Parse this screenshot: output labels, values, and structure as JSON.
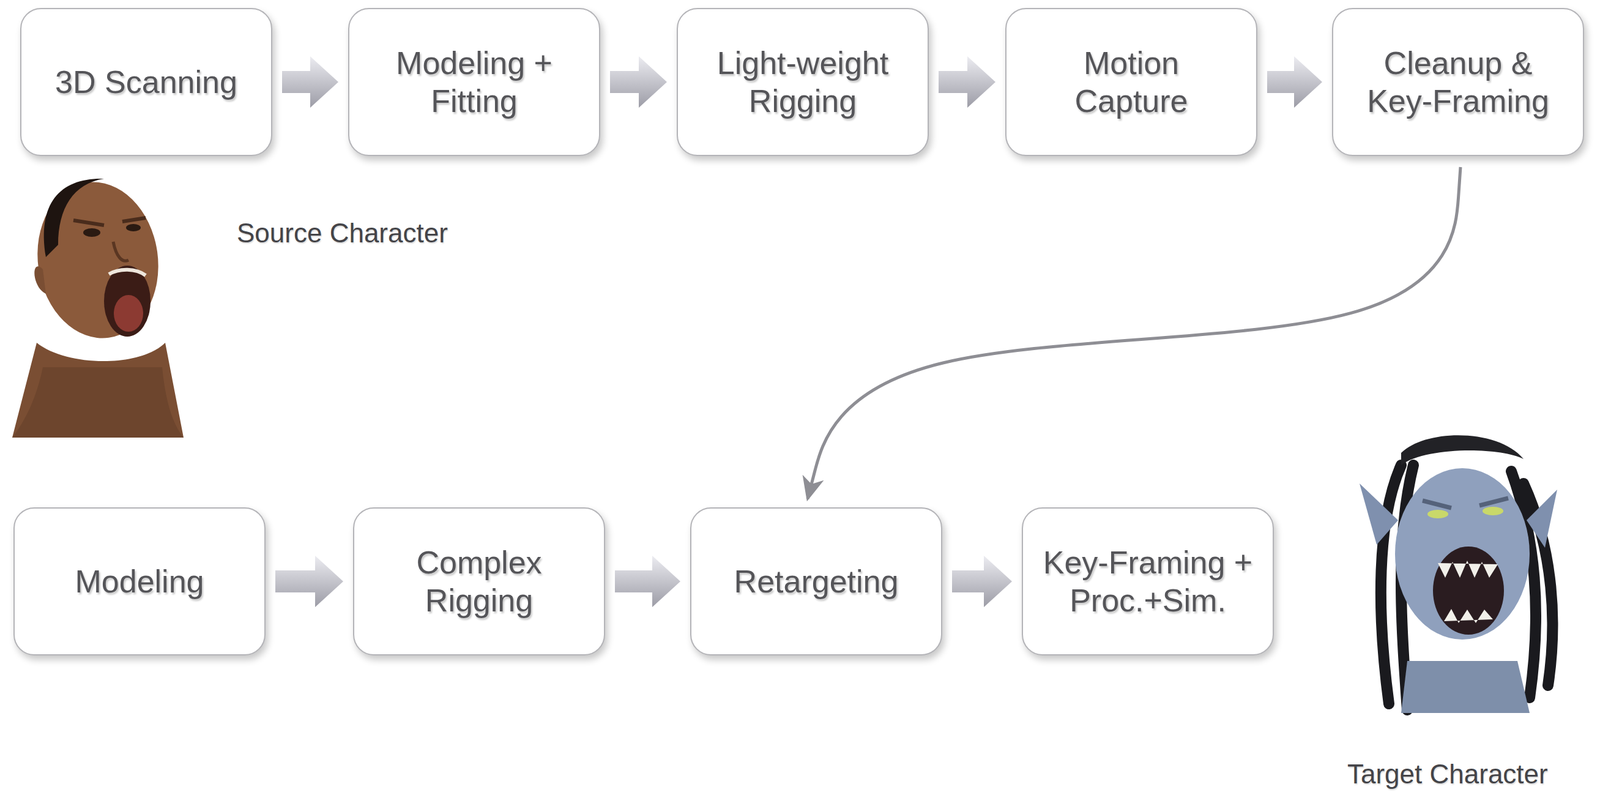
{
  "diagram": {
    "nodes": [
      {
        "text": [
          "3D Scanning"
        ]
      },
      {
        "text": [
          "Modeling + Fitting"
        ]
      },
      {
        "text": [
          "Light-weight Rigging"
        ]
      },
      {
        "text": [
          "Motion Capture"
        ]
      },
      {
        "text": [
          "Cleanup & Key-Framing"
        ]
      },
      {
        "text": [
          "Modeling"
        ]
      },
      {
        "text": [
          "Complex Rigging"
        ]
      },
      {
        "text": [
          "Retargeting"
        ]
      },
      {
        "text": [
          "Key-Framing + Proc.+Sim."
        ]
      }
    ],
    "edges": [
      {
        "from": 0,
        "to": 1,
        "arrow": "to"
      },
      {
        "from": 1,
        "to": 2,
        "arrow": "to"
      },
      {
        "from": 2,
        "to": 3,
        "arrow": "to"
      },
      {
        "from": 3,
        "to": 4,
        "arrow": "to"
      },
      {
        "from": 4,
        "to": 7,
        "arrow": "to"
      },
      {
        "from": 5,
        "to": 6,
        "arrow": "to"
      },
      {
        "from": 6,
        "to": 7,
        "arrow": "to"
      },
      {
        "from": 7,
        "to": 8,
        "arrow": "to"
      }
    ],
    "labels": [
      "Source Character",
      "Target Character"
    ]
  }
}
